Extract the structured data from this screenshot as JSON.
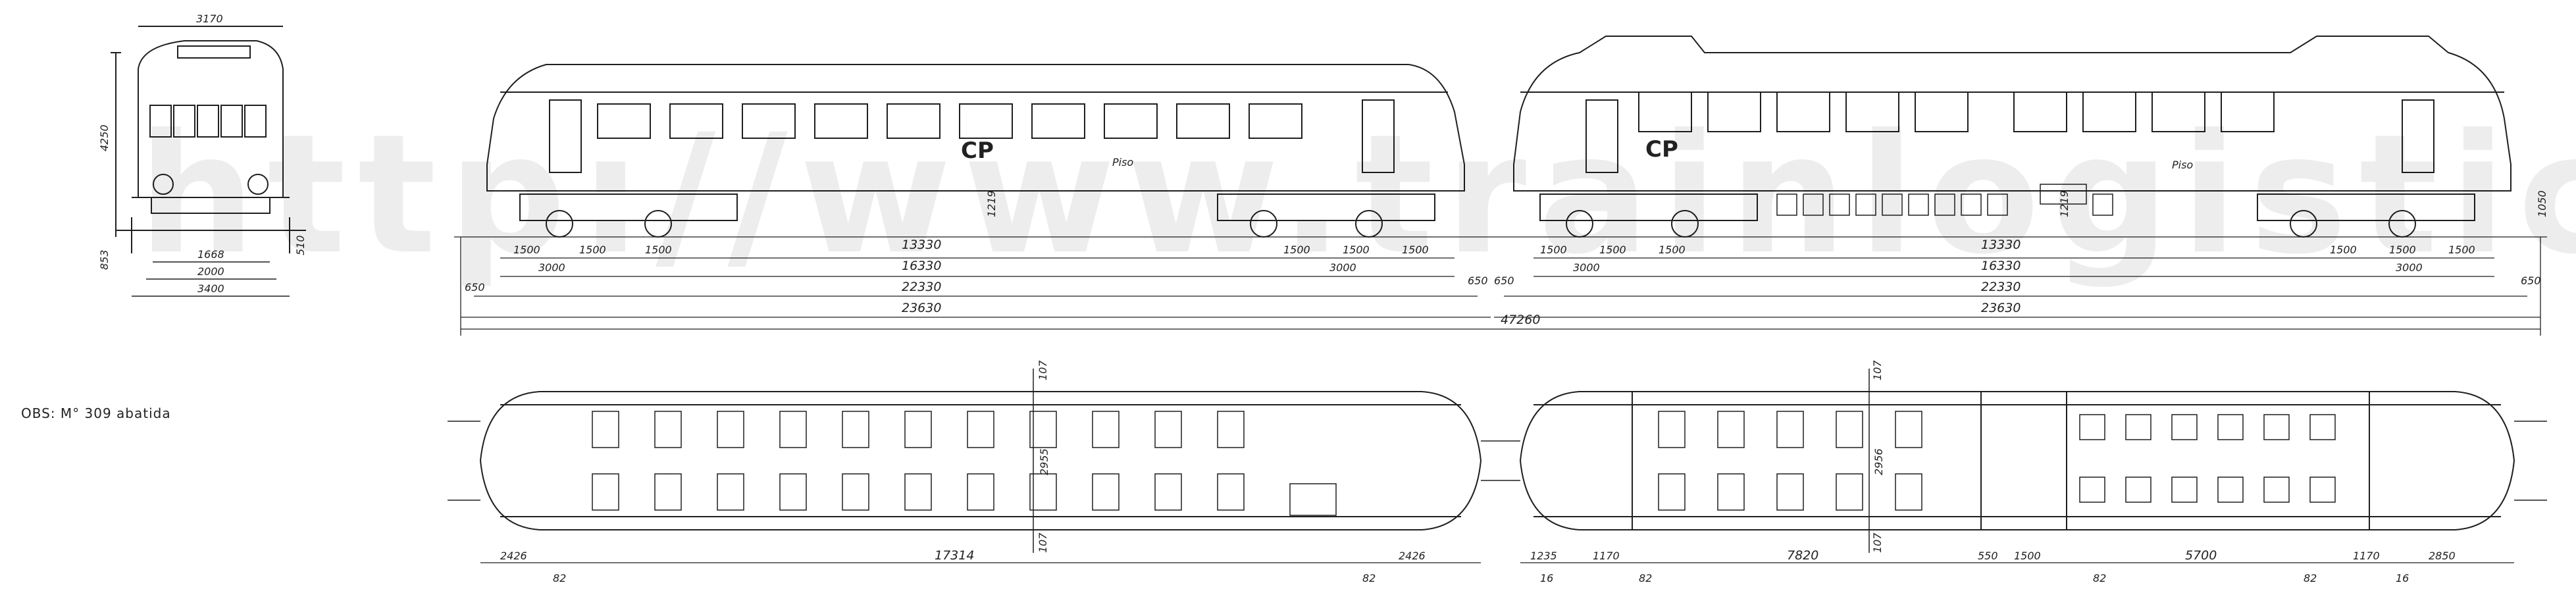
{
  "watermark": "http://www.trainlogistic.com",
  "note": "OBS: M° 309 abatida",
  "floor_label": "Piso",
  "logo": "CP",
  "front_view_dims": {
    "width_top": "3170",
    "height": "4250",
    "base": "853",
    "wheel_h": "510",
    "track_1": "1668",
    "track_2": "2000",
    "track_3": "3400"
  },
  "side_dims": {
    "car1_bogies": [
      "1500",
      "1500",
      "1500",
      "1500",
      "1500",
      "1500"
    ],
    "car1_spacing": [
      "3000",
      "3000"
    ],
    "car1_floor": "1219",
    "car2_bogies": [
      "1500",
      "1500",
      "1500",
      "1500",
      "1500",
      "1500"
    ],
    "car2_spacing": [
      "3000",
      "3000"
    ],
    "car2_floor": "1219",
    "height_right": "1050",
    "pivot": "13330",
    "wheelbase": "16330",
    "body": "22330",
    "over_buffers": "23630",
    "end_overhang": "650",
    "gap": "650",
    "total": "47260"
  },
  "plan_dims": {
    "car1_left": "2426",
    "car1_mid": "17314",
    "car1_right": "2426",
    "car1_width": "2955",
    "car1_centre": "107",
    "car1_door": "82",
    "car2_dims": [
      "1235",
      "1170",
      "7820",
      "550",
      "1500",
      "5700",
      "1170",
      "2850"
    ],
    "car2_small": [
      "16",
      "82",
      "82",
      "82",
      "16"
    ],
    "car2_width": "2956",
    "car2_centre": "107"
  }
}
